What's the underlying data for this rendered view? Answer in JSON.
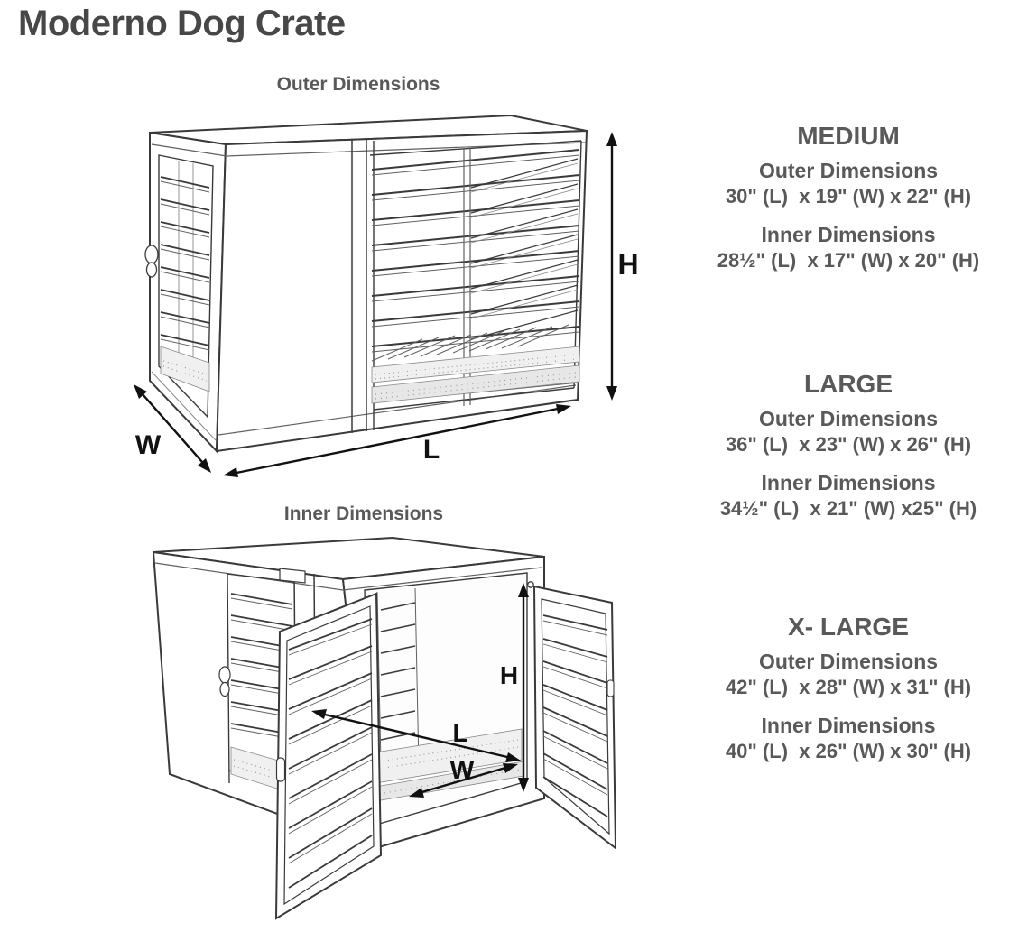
{
  "page": {
    "title": "Moderno Dog Crate"
  },
  "diagrams": {
    "outer": {
      "heading": "Outer Dimensions",
      "height_label": "H",
      "width_label": "W",
      "length_label": "L"
    },
    "inner": {
      "heading": "Inner Dimensions",
      "height_label": "H",
      "width_label": "W",
      "length_label": "L"
    }
  },
  "sizes": [
    {
      "name": "MEDIUM",
      "outer_heading": "Outer Dimensions",
      "outer_dimensions": "30\" (L)  x 19\" (W) x 22\" (H)",
      "inner_heading": "Inner Dimensions",
      "inner_dimensions": "28½\" (L)  x 17\" (W) x 20\" (H)"
    },
    {
      "name": "LARGE",
      "outer_heading": "Outer Dimensions",
      "outer_dimensions": "36\" (L)  x 23\" (W) x 26\" (H)",
      "inner_heading": "Inner Dimensions",
      "inner_dimensions": "34½\" (L)  x 21\" (W) x25\" (H)"
    },
    {
      "name": "X- LARGE",
      "outer_heading": "Outer Dimensions",
      "outer_dimensions": "42\" (L)  x 28\" (W) x 31\" (H)",
      "inner_heading": "Inner Dimensions",
      "inner_dimensions": "40\" (L)  x 26\" (W) x 30\" (H)"
    }
  ],
  "colors": {
    "title": "#474747",
    "text": "#595959",
    "line_art": "#3a3a3a",
    "dimension_label": "#111111"
  }
}
